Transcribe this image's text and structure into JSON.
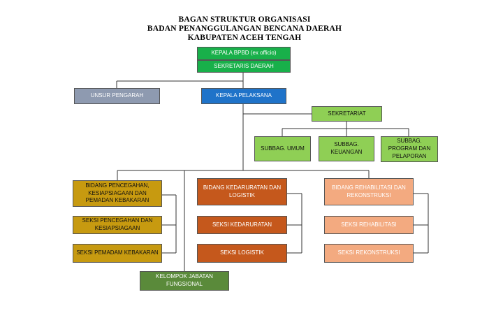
{
  "title": {
    "line1": "BAGAN STRUKTUR ORGANISASI",
    "line2": "BADAN PENANGGULANGAN BENCANA DAERAH",
    "line3": "KABUPATEN ACEH TENGAH"
  },
  "boxes": {
    "kepala_bpbd": "KEPALA BPBD (ex officio)",
    "sekretaris_daerah": "SEKRETARIS DAERAH",
    "unsur_pengarah": "UNSUR PENGARAH",
    "kepala_pelaksana": "KEPALA PELAKSANA",
    "sekretariat": "SEKRETARIAT",
    "subbag_umum": "SUBBAG. UMUM",
    "subbag_keuangan": "SUBBAG. KEUANGAN",
    "subbag_program": "SUBBAG. PROGRAM DAN PELAPORAN",
    "bidang_pencegahan": "BIDANG PENCEGAHAN, KESIAPSIAGAAN DAN PEMADAN KEBAKARAN",
    "seksi_pencegahan": "SEKSI PENCEGAHAN DAN KESIAPSIAGAAN",
    "seksi_pemadam": "SEKSI PEMADAM KEBAKARAN",
    "bidang_kedaruratan": "BIDANG KEDARURATAN DAN LOGISTIK",
    "seksi_kedaruratan": "SEKSI KEDARURATAN",
    "seksi_logistik": "SEKSI LOGISTIK",
    "bidang_rehabilitasi": "BIDANG REHABILITASI DAN REKONSTRUKSI",
    "seksi_rehabilitasi": "SEKSI REHABILITASI",
    "seksi_rekonstruksi": "SEKSI REKONSTRUKSI",
    "kelompok_jabatan": "KELOMPOK JABATAN FUNGSIONAL"
  },
  "colors": {
    "top": "#18b04a",
    "sekretariat": "#8fcf55",
    "pengarah": "#8e9ab0",
    "pelaksana": "#1f73c9",
    "bidang_pencegahan": "#c79a10",
    "bidang_kedaruratan": "#c5581c",
    "bidang_rehabilitasi": "#f3aa80",
    "fungsional": "#5a8a3a"
  }
}
